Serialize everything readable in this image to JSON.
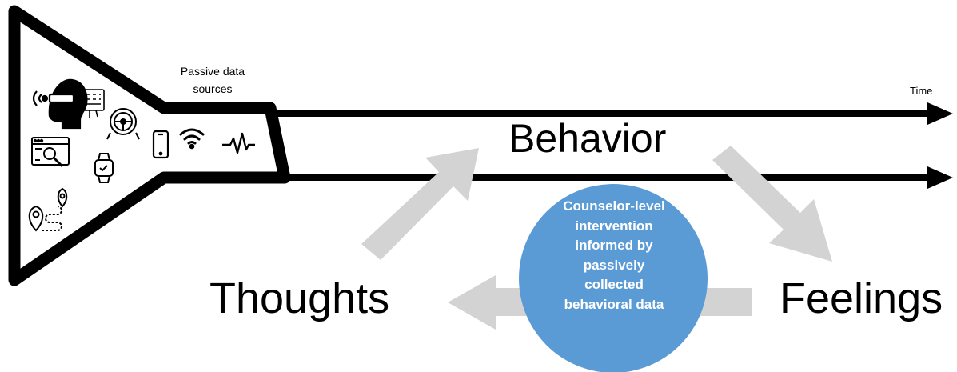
{
  "labels": {
    "passive_line1": "Passive data",
    "passive_line2": "sources",
    "time": "Time",
    "behavior": "Behavior",
    "thoughts": "Thoughts",
    "feelings": "Feelings"
  },
  "circle": {
    "lines": [
      "Counselor-level",
      "intervention",
      "informed by",
      "passively",
      "collected",
      "behavioral data"
    ],
    "fill_color": "#5b9bd5",
    "text_color": "#ffffff"
  },
  "arrows": {
    "cycle_color": "#d3d3d3",
    "timeline_color": "#000000"
  },
  "icons": [
    "head-sensor-icon",
    "keyboard-icon",
    "steering-wheel-icon",
    "browser-search-icon",
    "smartwatch-icon",
    "location-route-icon",
    "smartphone-icon",
    "wifi-icon",
    "pulse-icon"
  ]
}
